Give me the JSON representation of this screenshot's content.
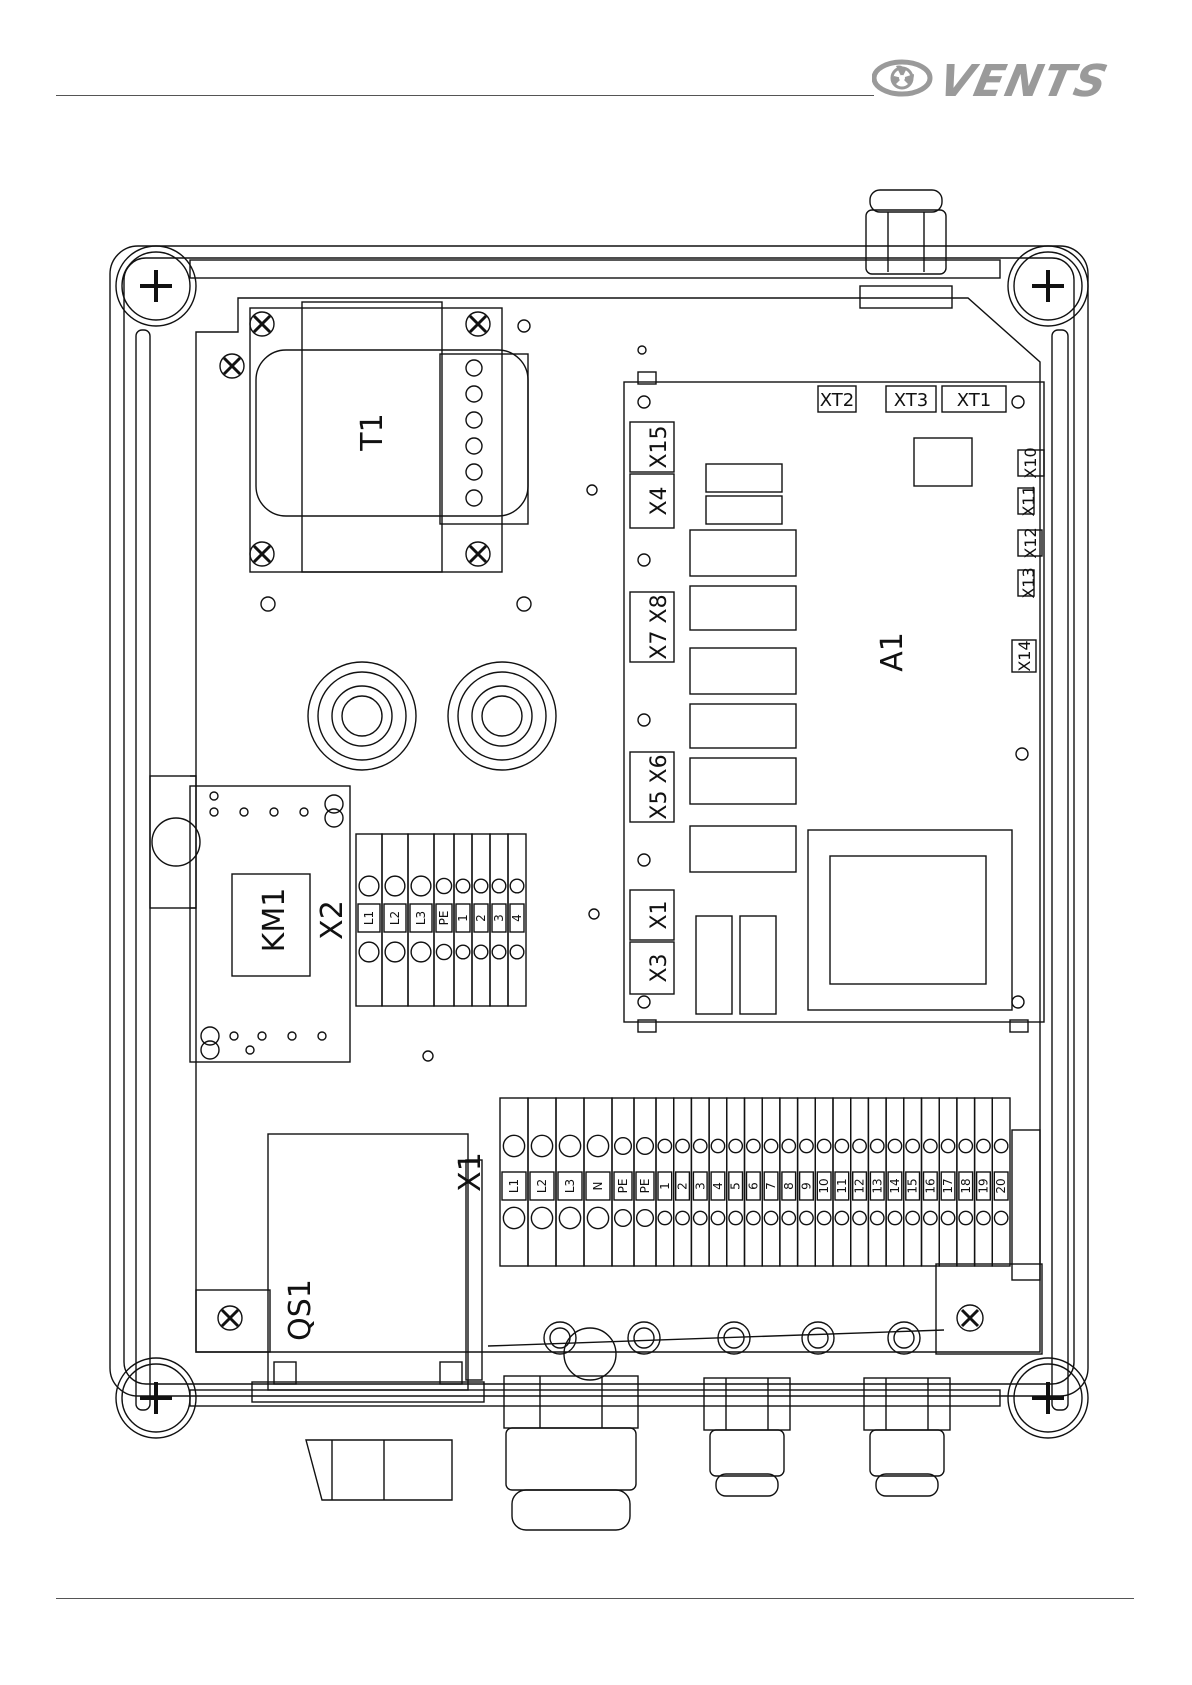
{
  "header": {
    "brand": "VENTS"
  },
  "diagram": {
    "components": {
      "transformer": "T1",
      "contactor": "KM1",
      "breaker": "QS1",
      "controller": "A1",
      "block_small": "X2",
      "block_main": "X1"
    },
    "x2_terminals": [
      "L1",
      "L2",
      "L3",
      "PE",
      "1",
      "2",
      "3",
      "4"
    ],
    "x1_terminals": [
      "L1",
      "L2",
      "L3",
      "N",
      "PE",
      "PE",
      "1",
      "2",
      "3",
      "4",
      "5",
      "6",
      "7",
      "8",
      "9",
      "10",
      "11",
      "12",
      "13",
      "14",
      "15",
      "16",
      "17",
      "18",
      "19",
      "20"
    ],
    "board_connectors": {
      "xt2": "XT2",
      "xt3": "XT3",
      "xt1": "XT1",
      "x15": "X15",
      "x4": "X4",
      "x7x8": "X7 X8",
      "x5x6": "X5 X6",
      "x1": "X1",
      "x3": "X3",
      "x10": "X10",
      "x11": "X11",
      "x12": "X12",
      "x13": "X13",
      "x14": "X14"
    }
  }
}
